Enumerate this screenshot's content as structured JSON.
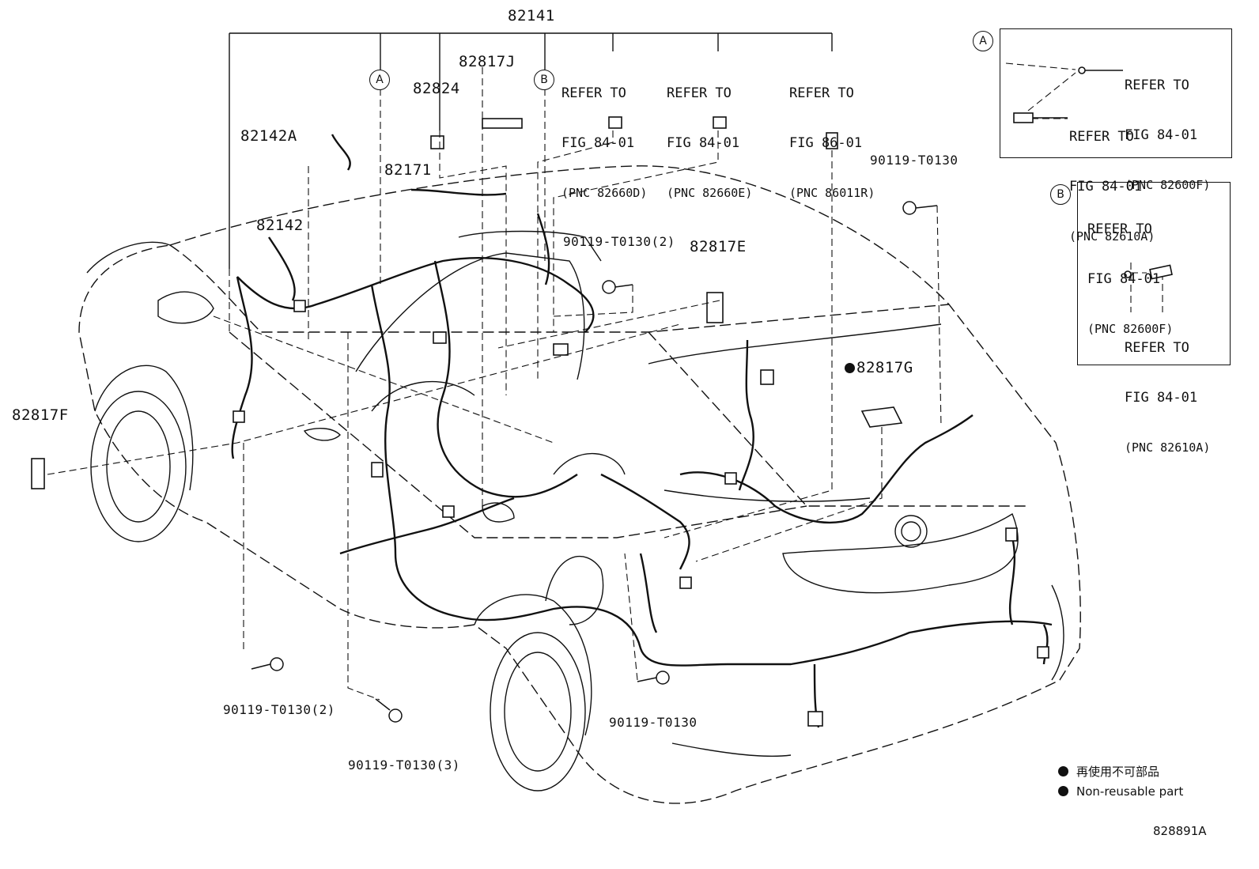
{
  "diagram": {
    "top_part": "82141",
    "callouts": {
      "p82817J": "82817J",
      "p82824": "82824",
      "p82142A": "82142A",
      "p82171": "82171",
      "p82142": "82142",
      "p90119_top2": "90119-T0130(2)",
      "p82817E": "82817E",
      "p90119_right": "90119-T0130",
      "p82817G": "82817G",
      "p82817F": "82817F",
      "p90119_bl2": "90119-T0130(2)",
      "p90119_b3": "90119-T0130(3)",
      "p90119_bm": "90119-T0130"
    },
    "circle_a": "A",
    "circle_b": "B",
    "refer1": {
      "l1": "REFER TO",
      "l2": "FIG 84-01",
      "l3": "(PNC 82660D)"
    },
    "refer2": {
      "l1": "REFER TO",
      "l2": "FIG 84-01",
      "l3": "(PNC 82660E)"
    },
    "refer3": {
      "l1": "REFER TO",
      "l2": "FIG 86-01",
      "l3": "(PNC 86011R)"
    }
  },
  "detail_a": {
    "circle": "A",
    "refer1": {
      "l1": "REFER TO",
      "l2": "FIG 84-01",
      "l3": "(PNC 82600F)"
    },
    "refer2": {
      "l1": "REFER TO",
      "l2": "FIG 84-01",
      "l3": "(PNC 82610A)"
    }
  },
  "detail_b": {
    "circle": "B",
    "refer1": {
      "l1": "REFER TO",
      "l2": "FIG 84-01",
      "l3": "(PNC 82600F)"
    },
    "refer2": {
      "l1": "REFER TO",
      "l2": "FIG 84-01",
      "l3": "(PNC 82610A)"
    }
  },
  "legend": {
    "jp": "再使用不可部品",
    "en": "Non-reusable part"
  },
  "figure_code": "828891A"
}
